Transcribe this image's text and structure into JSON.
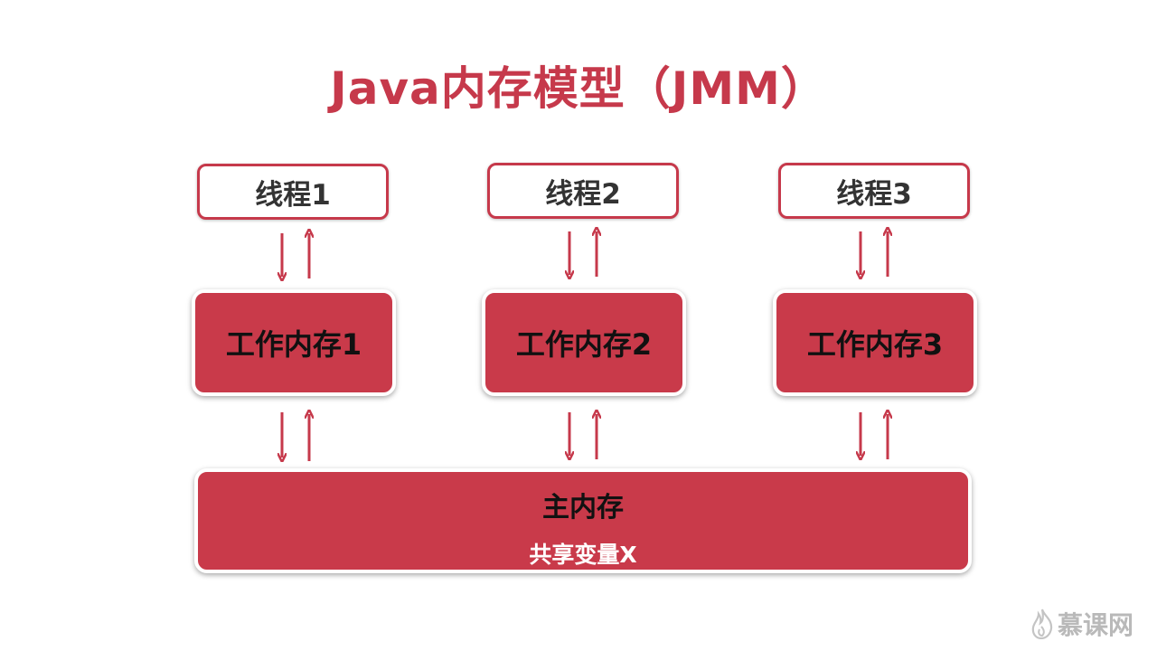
{
  "slide": {
    "title": "Java内存模型（JMM）"
  },
  "threads": [
    {
      "label": "线程1"
    },
    {
      "label": "线程2"
    },
    {
      "label": "线程3"
    }
  ],
  "working_memories": [
    {
      "label": "工作内存1"
    },
    {
      "label": "工作内存2"
    },
    {
      "label": "工作内存3"
    }
  ],
  "main_memory": {
    "label": "主内存",
    "shared_variable": "共享变量X"
  },
  "watermark": {
    "text": "慕课网",
    "icon": "flame-icon"
  },
  "colors": {
    "accent": "#c6394b",
    "box_fill": "#c93a4a",
    "watermark": "#b9b9b9"
  }
}
